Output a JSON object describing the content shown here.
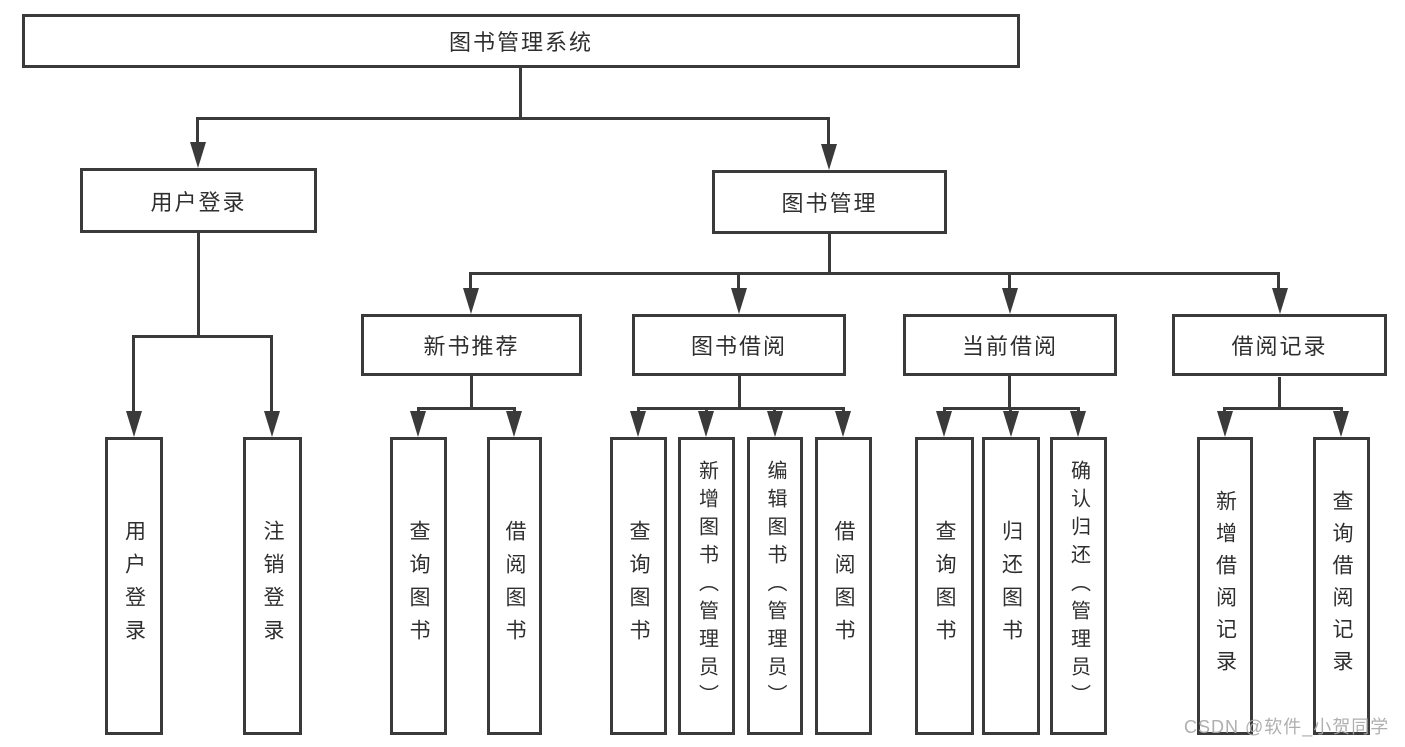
{
  "diagram": {
    "type": "hierarchy-tree",
    "colors": {
      "line": "#3a3a3a",
      "text": "#2f2f2f",
      "box_fill": "#ffffff",
      "watermark": "#a8a8a8"
    }
  },
  "tree": {
    "label": "图书管理系统",
    "children": [
      {
        "label": "用户登录",
        "children": [
          {
            "label": "用户登录"
          },
          {
            "label": "注销登录"
          }
        ]
      },
      {
        "label": "图书管理",
        "children": [
          {
            "label": "新书推荐",
            "children": [
              {
                "label": "查询图书"
              },
              {
                "label": "借阅图书"
              }
            ]
          },
          {
            "label": "图书借阅",
            "children": [
              {
                "label": "查询图书"
              },
              {
                "label": "新增图书（管理员）"
              },
              {
                "label": "编辑图书（管理员）"
              },
              {
                "label": "借阅图书"
              }
            ]
          },
          {
            "label": "当前借阅",
            "children": [
              {
                "label": "查询图书"
              },
              {
                "label": "归还图书"
              },
              {
                "label": "确认归还（管理员）"
              }
            ]
          },
          {
            "label": "借阅记录",
            "children": [
              {
                "label": "新增借阅记录"
              },
              {
                "label": "查询借阅记录"
              }
            ]
          }
        ]
      }
    ]
  },
  "watermark": {
    "text": "CSDN @软件_小贺同学"
  }
}
